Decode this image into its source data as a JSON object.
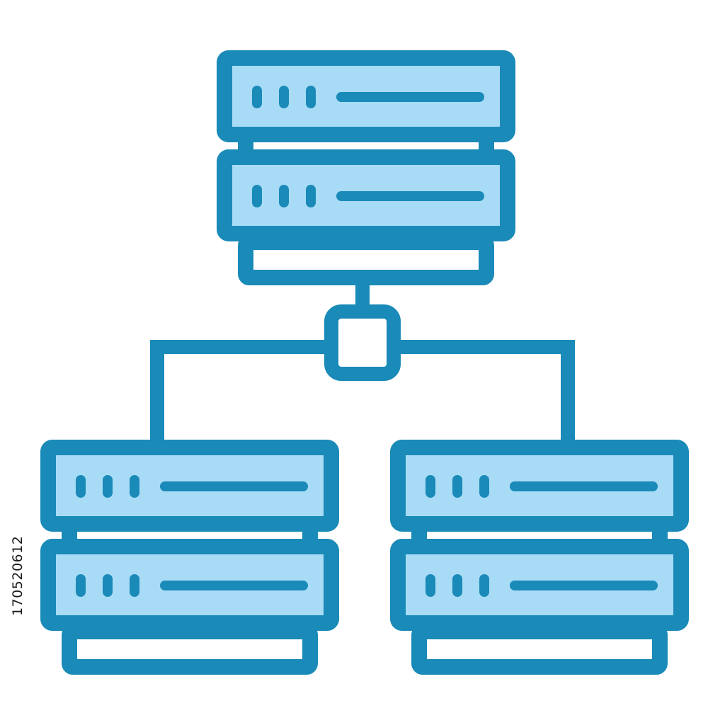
{
  "graphic": {
    "icon": "server-network-icon",
    "colors": {
      "stroke": "#1a8ab8",
      "fill_light": "#a8dbf6",
      "background": "#ffffff"
    },
    "servers": [
      {
        "id": "top",
        "units": 2
      },
      {
        "id": "bottom-left",
        "units": 2
      },
      {
        "id": "bottom-right",
        "units": 2
      }
    ],
    "connection_node": "hub-icon"
  },
  "watermark": {
    "id_text": "170520612"
  }
}
